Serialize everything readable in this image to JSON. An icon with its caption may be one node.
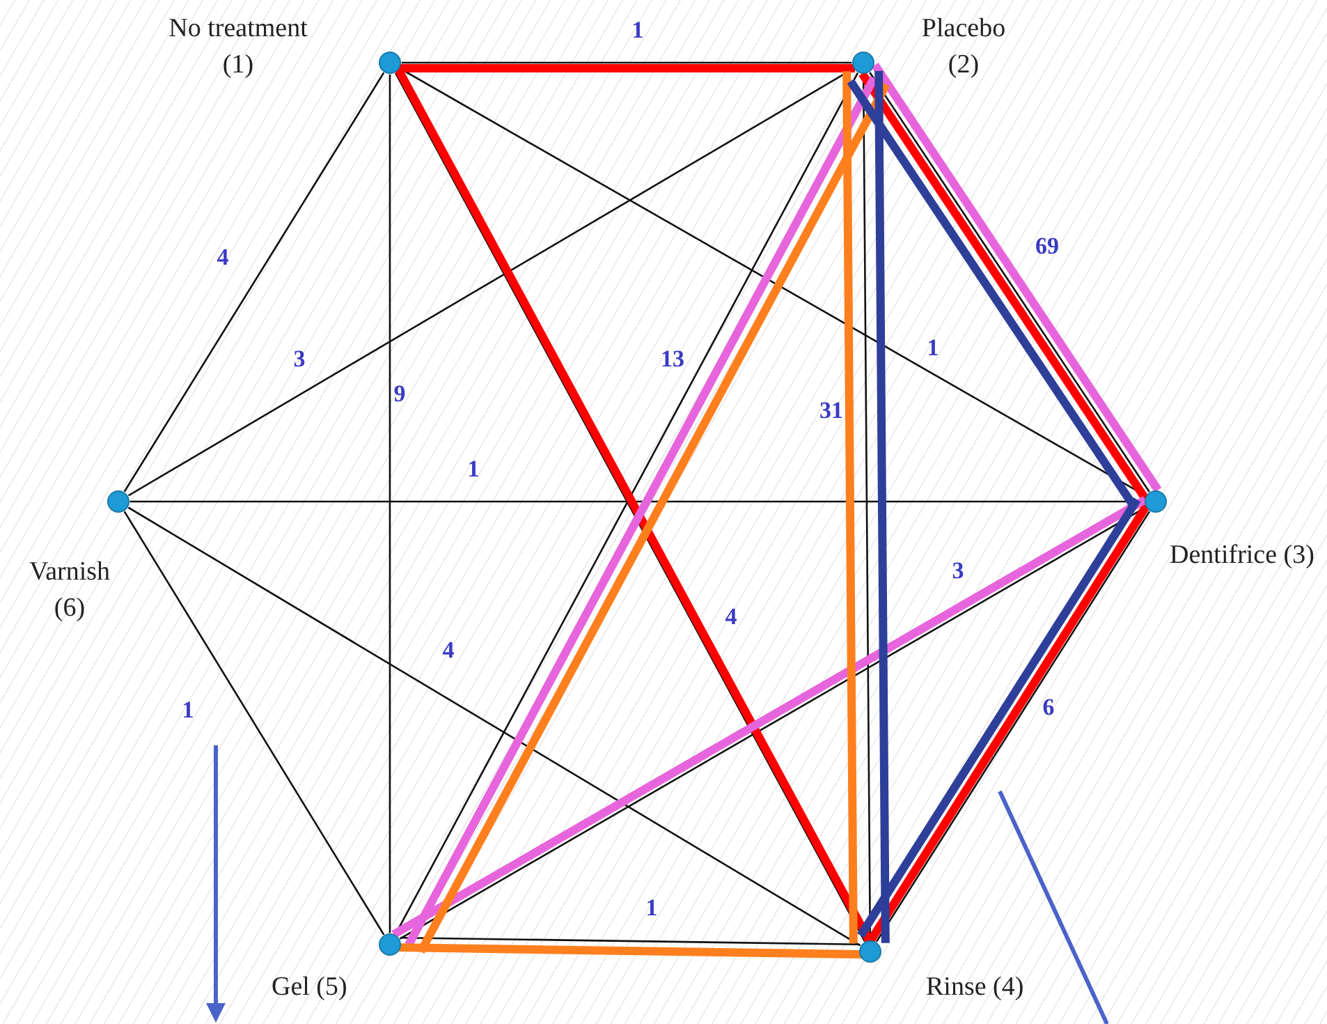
{
  "diagram": {
    "nodes": [
      {
        "text": [],
        "shape": "circle",
        "beside": [
          "No treatment (1)"
        ]
      },
      {
        "text": [],
        "shape": "circle",
        "beside": [
          "Placebo (2)"
        ]
      },
      {
        "text": [],
        "shape": "circle",
        "beside": [
          "Dentifrice (3)"
        ]
      },
      {
        "text": [],
        "shape": "circle",
        "beside": [
          "Rinse (4)"
        ]
      },
      {
        "text": [],
        "shape": "circle",
        "beside": [
          "Gel (5)"
        ]
      },
      {
        "text": [],
        "shape": "circle",
        "beside": [
          "Varnish (6)"
        ]
      }
    ],
    "edges": [
      {
        "from": 0,
        "to": 1,
        "arrow": "none",
        "label": "1"
      },
      {
        "from": 0,
        "to": 5,
        "arrow": "none",
        "label": "4"
      },
      {
        "from": 5,
        "to": 1,
        "arrow": "none",
        "label": "3"
      },
      {
        "from": 0,
        "to": 4,
        "arrow": "none",
        "label": "9"
      },
      {
        "from": 1,
        "to": 4,
        "arrow": "none",
        "label": "13"
      },
      {
        "from": 0,
        "to": 2,
        "arrow": "none",
        "label": "1"
      },
      {
        "from": 1,
        "to": 3,
        "arrow": "none",
        "label": "31"
      },
      {
        "from": 1,
        "to": 2,
        "arrow": "none",
        "label": "69"
      },
      {
        "from": 5,
        "to": 2,
        "arrow": "none",
        "label": "1"
      },
      {
        "from": 0,
        "to": 3,
        "arrow": "none",
        "label": "4"
      },
      {
        "from": 5,
        "to": 3,
        "arrow": "none",
        "label": "4"
      },
      {
        "from": 4,
        "to": 2,
        "arrow": "none",
        "label": "3"
      },
      {
        "from": 3,
        "to": 2,
        "arrow": "none",
        "label": "6"
      },
      {
        "from": 5,
        "to": 4,
        "arrow": "none",
        "label": "1"
      },
      {
        "from": 4,
        "to": 3,
        "arrow": "none",
        "label": "1"
      },
      {
        "from": 0,
        "to": 1,
        "arrow": "none",
        "style": "thick",
        "color": "#ff0000"
      },
      {
        "from": 1,
        "to": 2,
        "arrow": "none",
        "style": "thick",
        "color": "#ff0000"
      },
      {
        "from": 2,
        "to": 3,
        "arrow": "none",
        "style": "thick",
        "color": "#ff0000"
      },
      {
        "from": 3,
        "to": 0,
        "arrow": "none",
        "style": "thick",
        "color": "#ff0000"
      },
      {
        "from": 1,
        "to": 2,
        "arrow": "none",
        "style": "thick",
        "color": "#e765dc"
      },
      {
        "from": 2,
        "to": 4,
        "arrow": "none",
        "style": "thick",
        "color": "#e765dc"
      },
      {
        "from": 4,
        "to": 1,
        "arrow": "none",
        "style": "thick",
        "color": "#e765dc"
      },
      {
        "from": 1,
        "to": 4,
        "arrow": "none",
        "style": "thick",
        "color": "#ff7f1e"
      },
      {
        "from": 4,
        "to": 3,
        "arrow": "none",
        "style": "thick",
        "color": "#ff7f1e"
      },
      {
        "from": 3,
        "to": 1,
        "arrow": "none",
        "style": "thick",
        "color": "#ff7f1e"
      },
      {
        "from": 1,
        "to": 3,
        "arrow": "none",
        "style": "thick",
        "color": "#2e3f9a"
      },
      {
        "from": 3,
        "to": 2,
        "arrow": "none",
        "style": "thick",
        "color": "#2e3f9a"
      },
      {
        "from": 2,
        "to": 1,
        "arrow": "none",
        "style": "thick",
        "color": "#2e3f9a"
      }
    ]
  }
}
